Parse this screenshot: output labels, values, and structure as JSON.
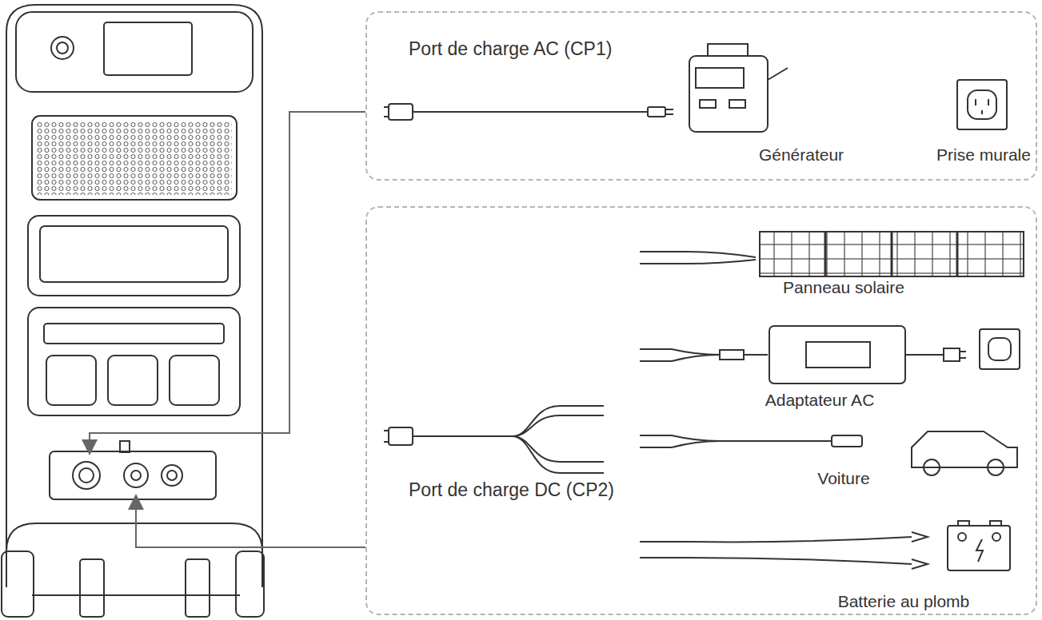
{
  "diagram": {
    "nodes": [
      {
        "text": [
          "Port de charge AC (CP1)"
        ]
      },
      {
        "text": [
          "Port de charge DC (CP2)"
        ]
      }
    ],
    "labels": [
      "Générateur",
      "Prise murale",
      "Panneau solaire",
      "Adaptateur AC",
      "Voiture",
      "Batterie au plomb"
    ]
  }
}
